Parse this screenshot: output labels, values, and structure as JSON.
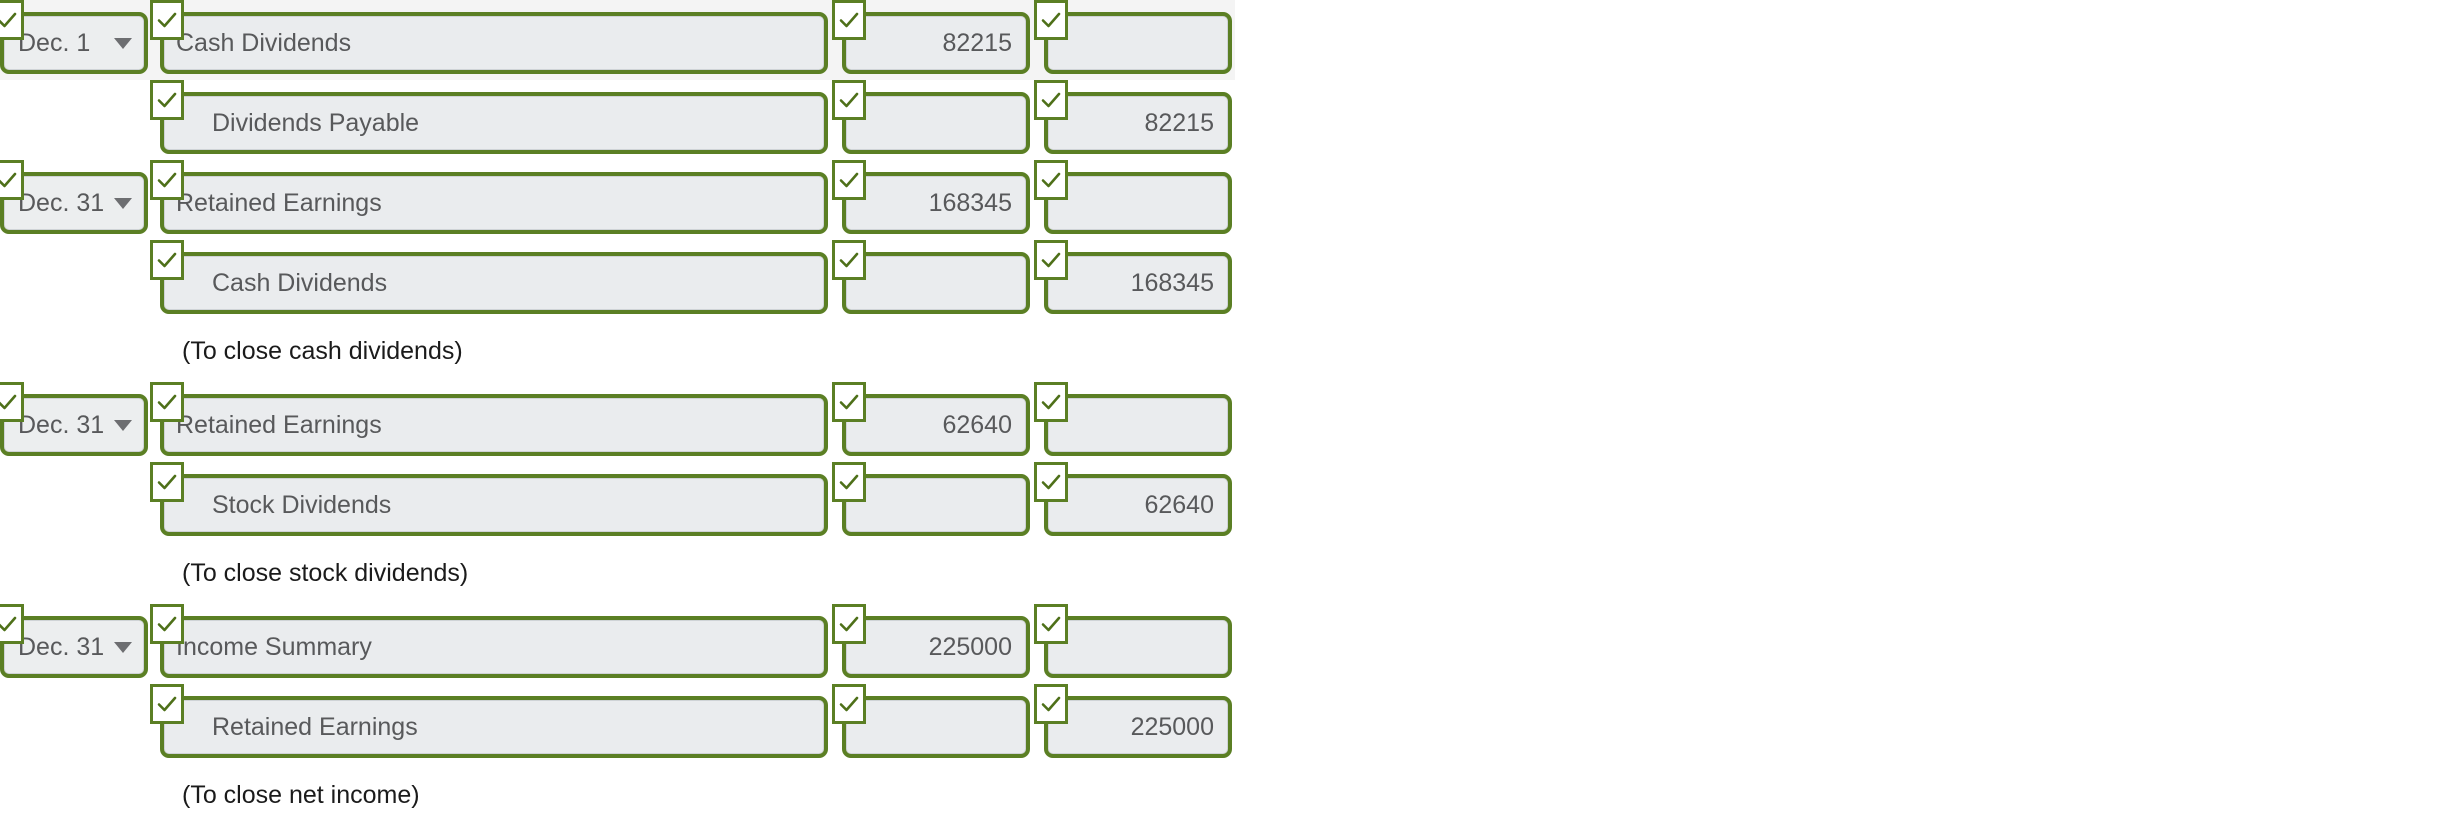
{
  "form": {
    "accent_color": "#5b7f24",
    "field_fill": "#eaecee",
    "text_color": "#58595b",
    "memo_color": "#1b1b1b",
    "banded_row_color": "#f4f4f4",
    "check_icon": "check-icon",
    "chevron_icon": "chevron-down-icon"
  },
  "entries": [
    {
      "lines": [
        {
          "date": "Dec. 1",
          "has_date": true,
          "account": "Cash Dividends",
          "indented": false,
          "debit": "82215",
          "credit": "",
          "banded": true
        },
        {
          "date": "",
          "has_date": false,
          "account": "Dividends Payable",
          "indented": true,
          "debit": "",
          "credit": "82215",
          "banded": false
        }
      ],
      "memo": ""
    },
    {
      "lines": [
        {
          "date": "Dec. 31",
          "has_date": true,
          "account": "Retained Earnings",
          "indented": false,
          "debit": "168345",
          "credit": "",
          "banded": false
        },
        {
          "date": "",
          "has_date": false,
          "account": "Cash Dividends",
          "indented": true,
          "debit": "",
          "credit": "168345",
          "banded": false
        }
      ],
      "memo": "(To close cash dividends)"
    },
    {
      "lines": [
        {
          "date": "Dec. 31",
          "has_date": true,
          "account": "Retained Earnings",
          "indented": false,
          "debit": "62640",
          "credit": "",
          "banded": false
        },
        {
          "date": "",
          "has_date": false,
          "account": "Stock Dividends",
          "indented": true,
          "debit": "",
          "credit": "62640",
          "banded": false
        }
      ],
      "memo": "(To close stock dividends)"
    },
    {
      "lines": [
        {
          "date": "Dec. 31",
          "has_date": true,
          "account": "Income Summary",
          "indented": false,
          "debit": "225000",
          "credit": "",
          "banded": false
        },
        {
          "date": "",
          "has_date": false,
          "account": "Retained Earnings",
          "indented": true,
          "debit": "",
          "credit": "225000",
          "banded": false
        }
      ],
      "memo": "(To close net income)"
    }
  ]
}
